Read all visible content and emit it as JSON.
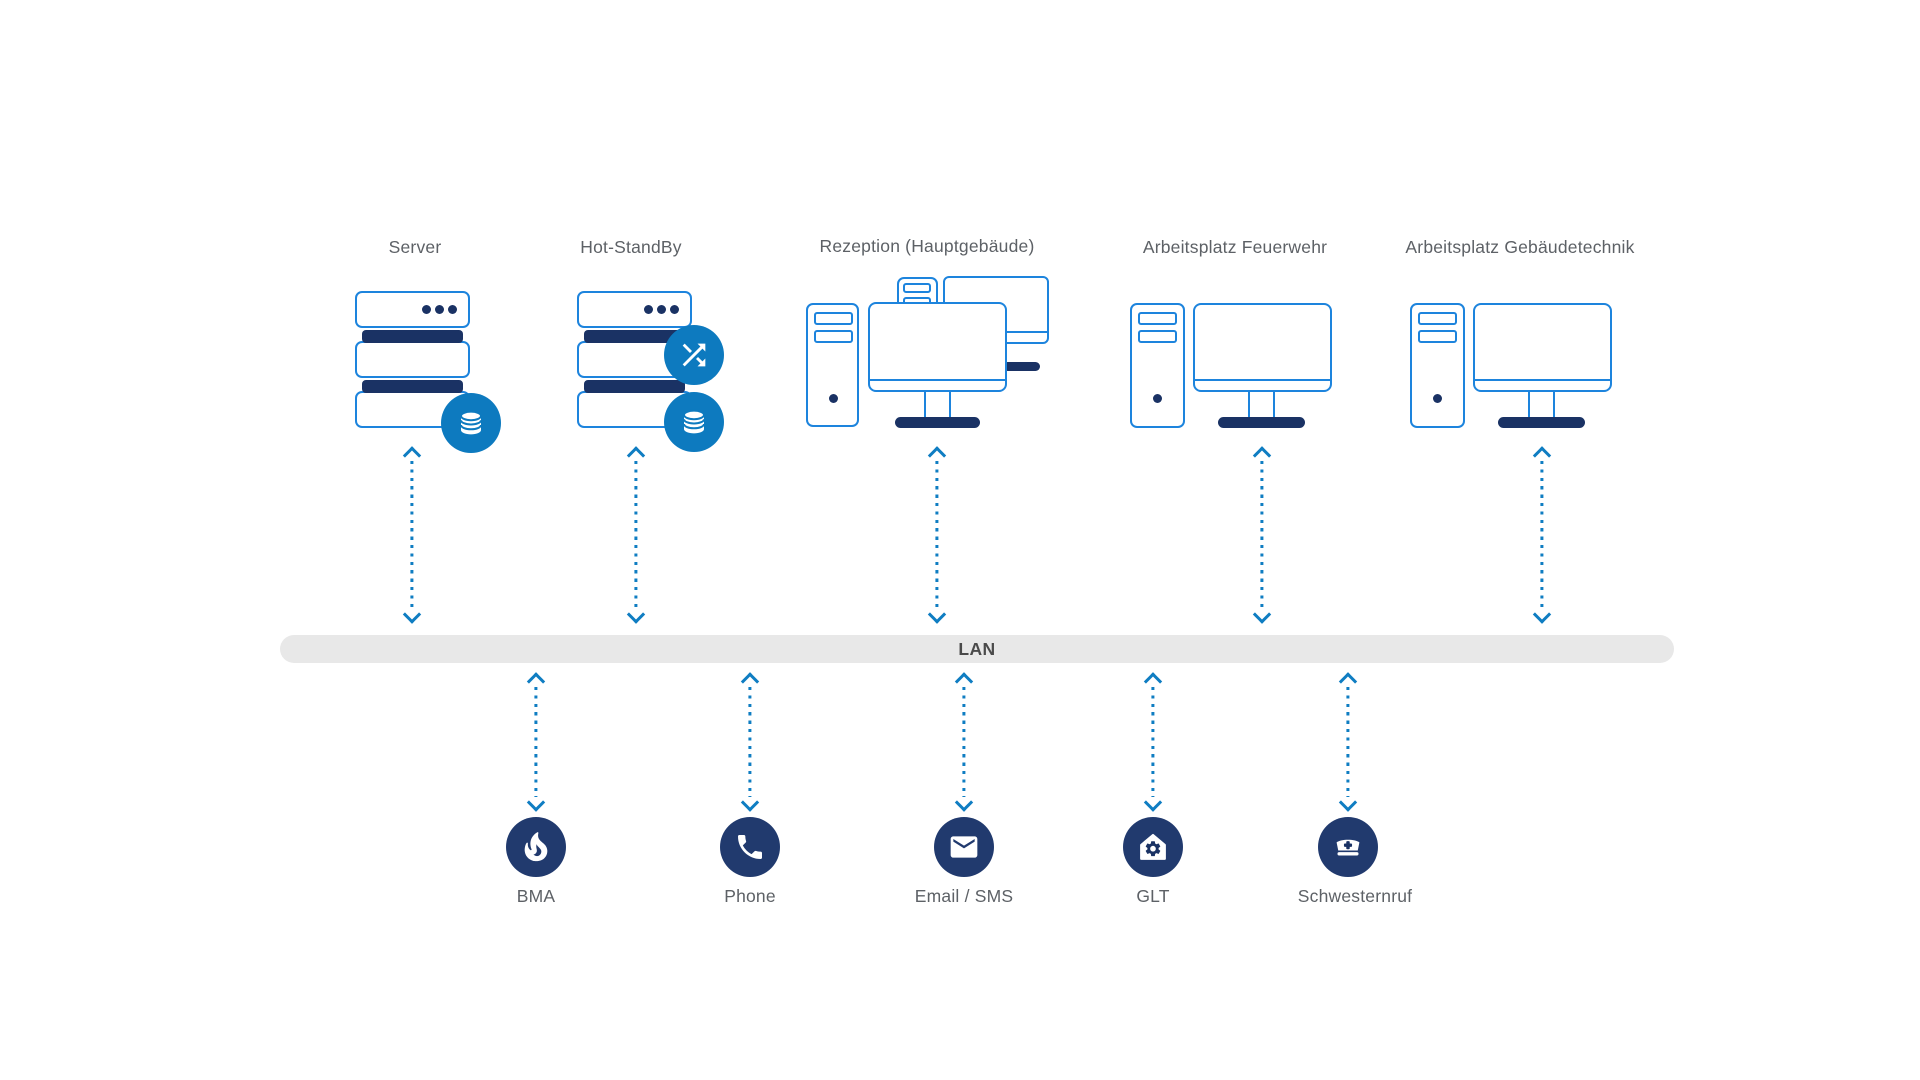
{
  "palette": {
    "device_outline_blue": "#1d84dd",
    "arrow_blue": "#0f7dc2",
    "badge_blue": "#0d7abf",
    "navy": "#1a3264",
    "endpoint_navy": "#213a6e",
    "lan_bar_gray": "#e8e8e8",
    "label_gray": "#5d6166"
  },
  "top_nodes": [
    {
      "id": "server",
      "label": "Server",
      "type": "server-stack",
      "badges": [
        "database"
      ],
      "connects_to": "LAN"
    },
    {
      "id": "hot-standby",
      "label": "Hot-StandBy",
      "type": "server-stack",
      "badges": [
        "sync",
        "database"
      ],
      "connects_to": "LAN"
    },
    {
      "id": "rezeption",
      "label": "Rezeption (Hauptgebäude)",
      "type": "reception-workstation",
      "connects_to": "LAN"
    },
    {
      "id": "feuerwehr",
      "label": "Arbeitsplatz Feuerwehr",
      "type": "workstation",
      "connects_to": "LAN"
    },
    {
      "id": "gebaeudetechnik",
      "label": "Arbeitsplatz Gebäudetechnik",
      "type": "workstation",
      "connects_to": "LAN"
    }
  ],
  "lan": {
    "label": "LAN"
  },
  "bottom_nodes": [
    {
      "id": "bma",
      "label": "BMA",
      "icon": "flame-icon",
      "connects_to": "LAN"
    },
    {
      "id": "phone",
      "label": "Phone",
      "icon": "phone-icon",
      "connects_to": "LAN"
    },
    {
      "id": "email-sms",
      "label": "Email / SMS",
      "icon": "envelope-icon",
      "connects_to": "LAN"
    },
    {
      "id": "glt",
      "label": "GLT",
      "icon": "home-gear-icon",
      "connects_to": "LAN"
    },
    {
      "id": "schwesternruf",
      "label": "Schwesternruf",
      "icon": "nurse-cap-icon",
      "connects_to": "LAN"
    }
  ],
  "connection_style": "dotted-double-arrow"
}
